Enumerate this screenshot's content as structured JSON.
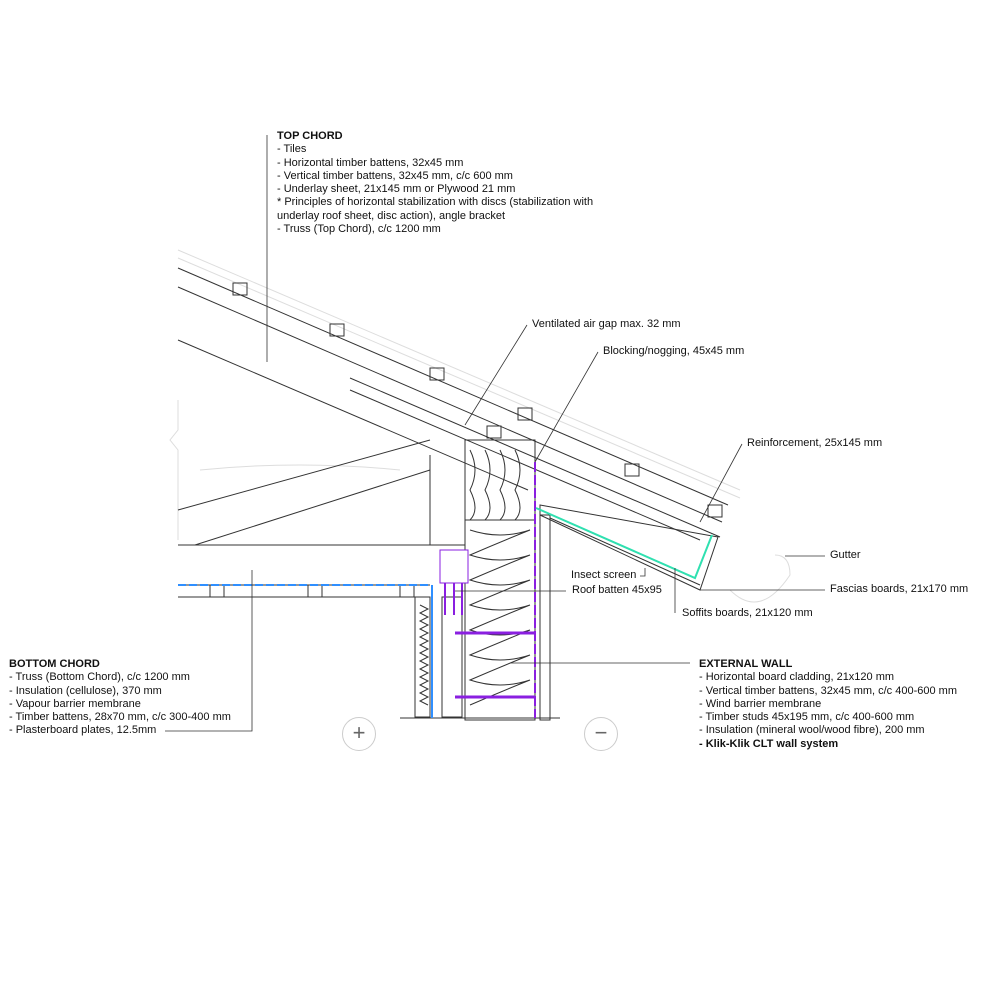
{
  "top_chord": {
    "title": "TOP CHORD",
    "items": [
      "- Tiles",
      "- Horizontal timber battens, 32x45 mm",
      "- Vertical timber battens, 32x45 mm, c/c 600 mm",
      "- Underlay sheet, 21x145 mm or Plywood 21 mm",
      "* Principles of horizontal stabilization with discs (stabilization with",
      "underlay roof sheet, disc action), angle bracket",
      "- Truss (Top Chord), c/c 1200 mm"
    ]
  },
  "bottom_chord": {
    "title": "BOTTOM CHORD",
    "items": [
      "- Truss (Bottom Chord), c/c 1200 mm",
      "- Insulation (cellulose), 370 mm",
      "- Vapour barrier membrane",
      "- Timber battens, 28x70 mm, c/c 300-400 mm",
      "- Plasterboard plates, 12.5mm"
    ]
  },
  "external_wall": {
    "title": "EXTERNAL WALL",
    "items": [
      "- Horizontal board cladding, 21x120 mm",
      "- Vertical timber battens, 32x45 mm, c/c 400-600 mm",
      "- Wind barrier membrane",
      "- Timber studs 45x195 mm, c/c 400-600 mm",
      "- Insulation (mineral wool/wood fibre), 200 mm"
    ],
    "highlight": "- Klik-Klik CLT wall system"
  },
  "callouts": {
    "air_gap": "Ventilated air gap max. 32 mm",
    "blocking": "Blocking/nogging, 45x45 mm",
    "reinforcement": "Reinforcement, 25x145 mm",
    "gutter": "Gutter",
    "fascia": "Fascias boards, 21x170 mm",
    "insect_screen": "Insect screen",
    "roof_batten": "Roof batten 45x95",
    "soffit": "Soffits boards, 21x120 mm"
  },
  "controls": {
    "zoom_in": "+",
    "zoom_out": "−"
  },
  "colors": {
    "membrane_blue": "#2f8fff",
    "fixing_purple": "#8a1fe0",
    "screen_green": "#2fe0b0",
    "line": "#333333"
  }
}
